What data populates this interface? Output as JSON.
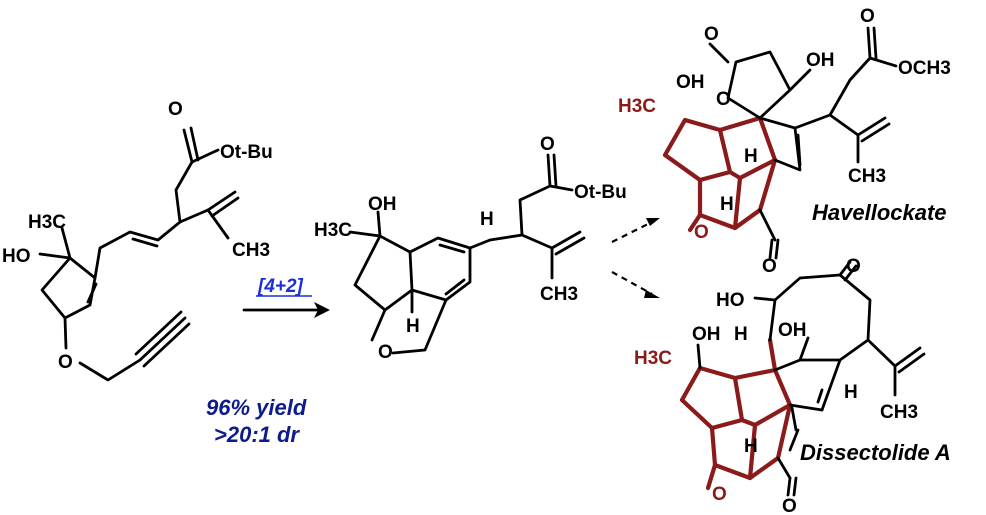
{
  "reaction": {
    "conditions": "[4+2]",
    "yield": "96% yield",
    "dr": ">20:1 dr",
    "conditions_color": "#1a2fd6",
    "results_color": "#0d1b8c"
  },
  "starting_material": {
    "labels": {
      "otbu": "Ot-Bu",
      "ch3_top": "CH3",
      "h3c": "H3C",
      "ho": "HO",
      "o_ether": "O"
    }
  },
  "intermediate": {
    "labels": {
      "oh": "OH",
      "h3c": "H3C",
      "otbu": "Ot-Bu",
      "ch3": "CH3",
      "h1": "H",
      "h2": "H",
      "o_ring": "O",
      "o_carbonyl": "O"
    }
  },
  "products": [
    {
      "name": "Havellockate",
      "labels": {
        "o_lact": "O",
        "o_ring": "O",
        "oh1": "OH",
        "oh2": "OH",
        "och3": "OCH3",
        "h3c": "H3C",
        "h1": "H",
        "h2": "H",
        "ch3": "CH3",
        "o_carb": "O",
        "o_bottom": "O",
        "o_lact2": "O"
      }
    },
    {
      "name": "Dissectolide A",
      "labels": {
        "o_ketone": "O",
        "ho": "HO",
        "oh1": "OH",
        "oh2": "OH",
        "h3c": "H3C",
        "h1": "H",
        "h2": "H",
        "h3": "H",
        "ch3": "CH3",
        "o_ring": "O",
        "o_carb": "O"
      }
    }
  ],
  "colors": {
    "highlight": "#8b1a1a",
    "bond": "#000000"
  }
}
